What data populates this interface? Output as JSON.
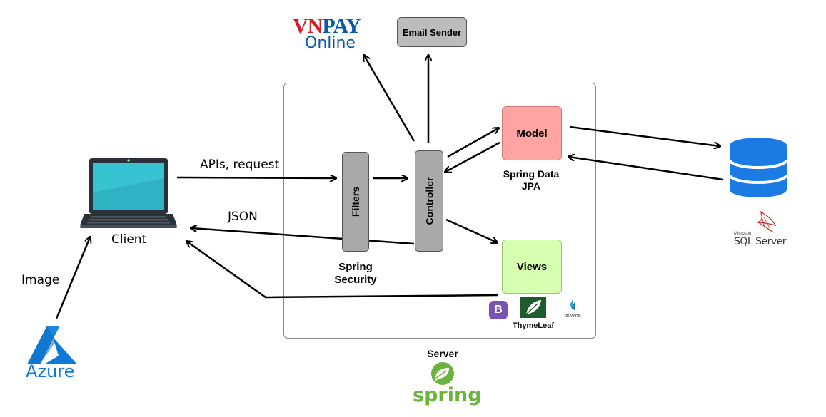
{
  "client": {
    "label": "Client"
  },
  "azure": {
    "label": "Azure",
    "edge_label": "Image"
  },
  "vnpay": {
    "line1": "VNPAY",
    "line2": "Online"
  },
  "email_sender": {
    "label": "Email Sender"
  },
  "server": {
    "label": "Server",
    "logo_text": "spring"
  },
  "filters": {
    "label": "Filters",
    "caption": "Spring\nSecurity"
  },
  "controller": {
    "label": "Controller"
  },
  "model": {
    "label": "Model",
    "caption": "Spring Data\nJPA"
  },
  "views": {
    "label": "Views"
  },
  "view_techs": {
    "bootstrap": "B",
    "thymeleaf": "ThymeLeaf",
    "tailwind": "tailwind"
  },
  "edges": {
    "request": "APIs, request",
    "response": "JSON"
  },
  "database": {
    "small": "Microsoft",
    "label": "SQL Server"
  },
  "colors": {
    "model_fill": "#ffa3a3",
    "views_fill": "#d6ffb0",
    "filters_fill": "#a9a9a9",
    "db_blue": "#1c7ae3",
    "azure_blue": "#0f79d7",
    "spring_green": "#6db33f",
    "vnpay_red": "#d61d28",
    "vnpay_blue": "#0c5aa6",
    "bootstrap_purple": "#7952b3",
    "thymeleaf_green": "#1e5c2e",
    "tailwind_blue": "#3aa8dc"
  }
}
